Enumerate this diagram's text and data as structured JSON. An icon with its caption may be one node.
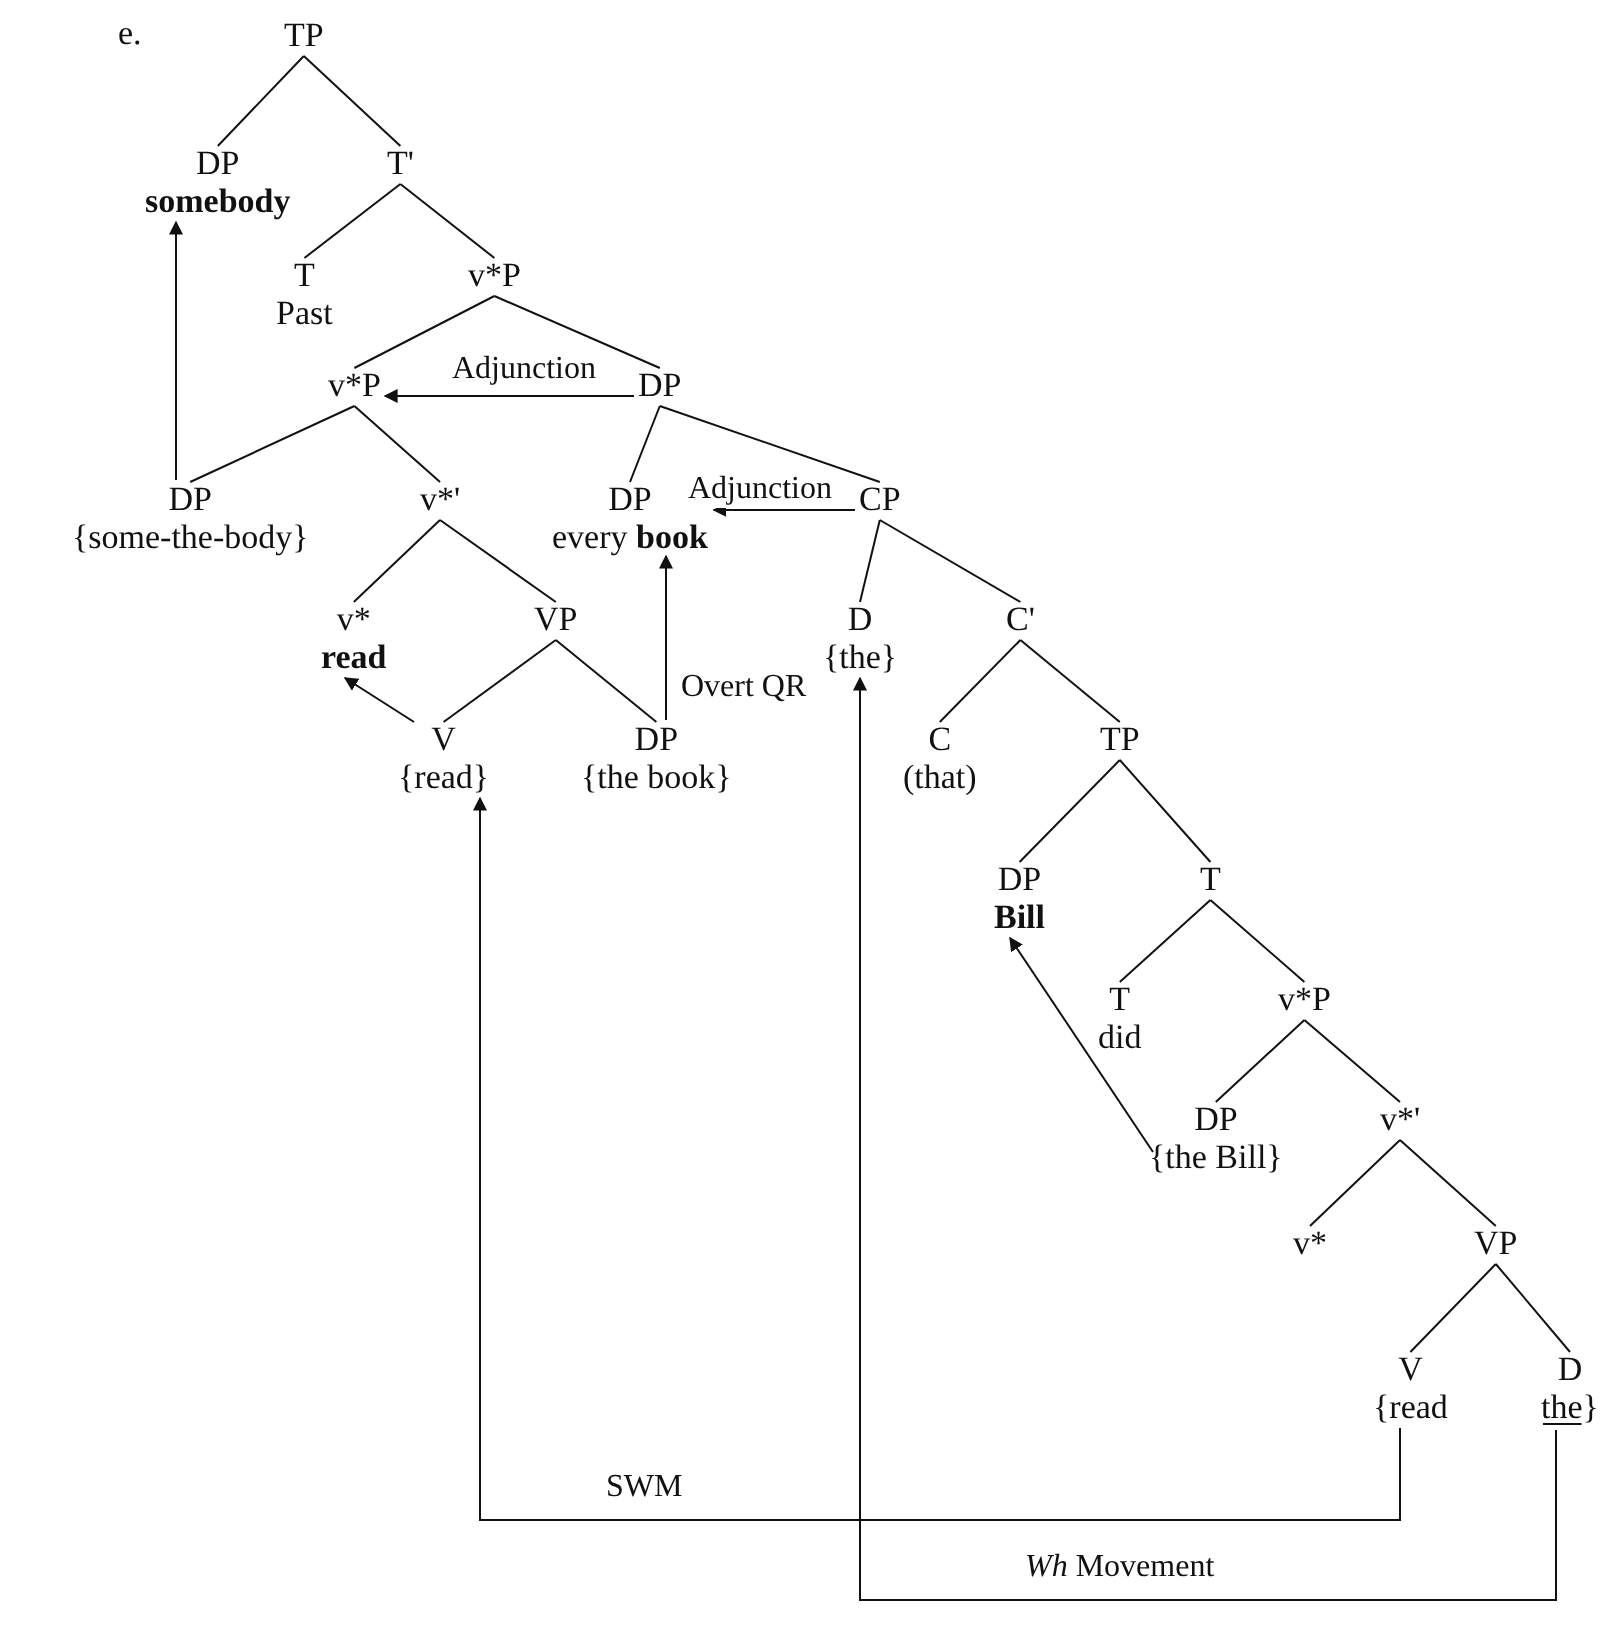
{
  "diagram": {
    "nodes": [
      {
        "text": [
          "TP"
        ]
      },
      {
        "text": [
          "DP",
          "somebody"
        ]
      },
      {
        "text": [
          "T'"
        ]
      },
      {
        "text": [
          "T",
          "Past"
        ]
      },
      {
        "text": [
          "v*P"
        ]
      },
      {
        "text": [
          "v*P"
        ]
      },
      {
        "text": [
          "DP"
        ]
      },
      {
        "text": [
          "DP",
          "{some-the-body}"
        ]
      },
      {
        "text": [
          "v*'"
        ]
      },
      {
        "text": [
          "DP",
          "every **book**"
        ]
      },
      {
        "text": [
          "CP"
        ]
      },
      {
        "text": [
          "v*",
          "read"
        ]
      },
      {
        "text": [
          "VP"
        ]
      },
      {
        "text": [
          "D",
          "{the}"
        ]
      },
      {
        "text": [
          "C'"
        ]
      },
      {
        "text": [
          "V",
          "{read}"
        ]
      },
      {
        "text": [
          "DP",
          "{the book}"
        ]
      },
      {
        "text": [
          "C",
          "(that)"
        ]
      },
      {
        "text": [
          "TP"
        ]
      },
      {
        "text": [
          "DP",
          "Bill"
        ]
      },
      {
        "text": [
          "T"
        ]
      },
      {
        "text": [
          "T",
          "did"
        ]
      },
      {
        "text": [
          "v*P"
        ]
      },
      {
        "text": [
          "DP",
          "{the Bill}"
        ]
      },
      {
        "text": [
          "v*'"
        ]
      },
      {
        "text": [
          "v*"
        ]
      },
      {
        "text": [
          "VP"
        ]
      },
      {
        "text": [
          "V",
          "{read"
        ]
      },
      {
        "text": [
          "D",
          "the}"
        ]
      }
    ],
    "edges": [
      {
        "from": 0,
        "to": 1,
        "arrow": "none"
      },
      {
        "from": 0,
        "to": 2,
        "arrow": "none"
      },
      {
        "from": 2,
        "to": 3,
        "arrow": "none"
      },
      {
        "from": 2,
        "to": 4,
        "arrow": "none"
      },
      {
        "from": 4,
        "to": 5,
        "arrow": "none"
      },
      {
        "from": 4,
        "to": 6,
        "arrow": "none"
      },
      {
        "from": 5,
        "to": 7,
        "arrow": "none"
      },
      {
        "from": 5,
        "to": 8,
        "arrow": "none"
      },
      {
        "from": 6,
        "to": 9,
        "arrow": "none"
      },
      {
        "from": 6,
        "to": 10,
        "arrow": "none"
      },
      {
        "from": 8,
        "to": 11,
        "arrow": "none"
      },
      {
        "from": 8,
        "to": 12,
        "arrow": "none"
      },
      {
        "from": 10,
        "to": 13,
        "arrow": "none"
      },
      {
        "from": 10,
        "to": 14,
        "arrow": "none"
      },
      {
        "from": 12,
        "to": 15,
        "arrow": "none"
      },
      {
        "from": 12,
        "to": 16,
        "arrow": "none"
      },
      {
        "from": 14,
        "to": 17,
        "arrow": "none"
      },
      {
        "from": 14,
        "to": 18,
        "arrow": "none"
      },
      {
        "from": 18,
        "to": 19,
        "arrow": "none"
      },
      {
        "from": 18,
        "to": 20,
        "arrow": "none"
      },
      {
        "from": 20,
        "to": 21,
        "arrow": "none"
      },
      {
        "from": 20,
        "to": 22,
        "arrow": "none"
      },
      {
        "from": 22,
        "to": 23,
        "arrow": "none"
      },
      {
        "from": 22,
        "to": 24,
        "arrow": "none"
      },
      {
        "from": 24,
        "to": 25,
        "arrow": "none"
      },
      {
        "from": 24,
        "to": 26,
        "arrow": "none"
      },
      {
        "from": 26,
        "to": 27,
        "arrow": "none"
      },
      {
        "from": 26,
        "to": 28,
        "arrow": "none"
      },
      {
        "from": 7,
        "to": 1,
        "arrow": "to"
      },
      {
        "from": 6,
        "to": 5,
        "arrow": "to",
        "label": "Adjunction"
      },
      {
        "from": 10,
        "to": 9,
        "arrow": "to",
        "label": "Adjunction"
      },
      {
        "from": 16,
        "to": 9,
        "arrow": "to",
        "label": "Overt QR"
      },
      {
        "from": 15,
        "to": 11,
        "arrow": "to"
      },
      {
        "from": 23,
        "to": 19,
        "arrow": "to"
      },
      {
        "from": 27,
        "to": 15,
        "arrow": "to",
        "label": "SWM"
      },
      {
        "from": 28,
        "to": 13,
        "arrow": "to",
        "label": "*Wh* Movement"
      }
    ],
    "labels": [
      "e."
    ]
  }
}
